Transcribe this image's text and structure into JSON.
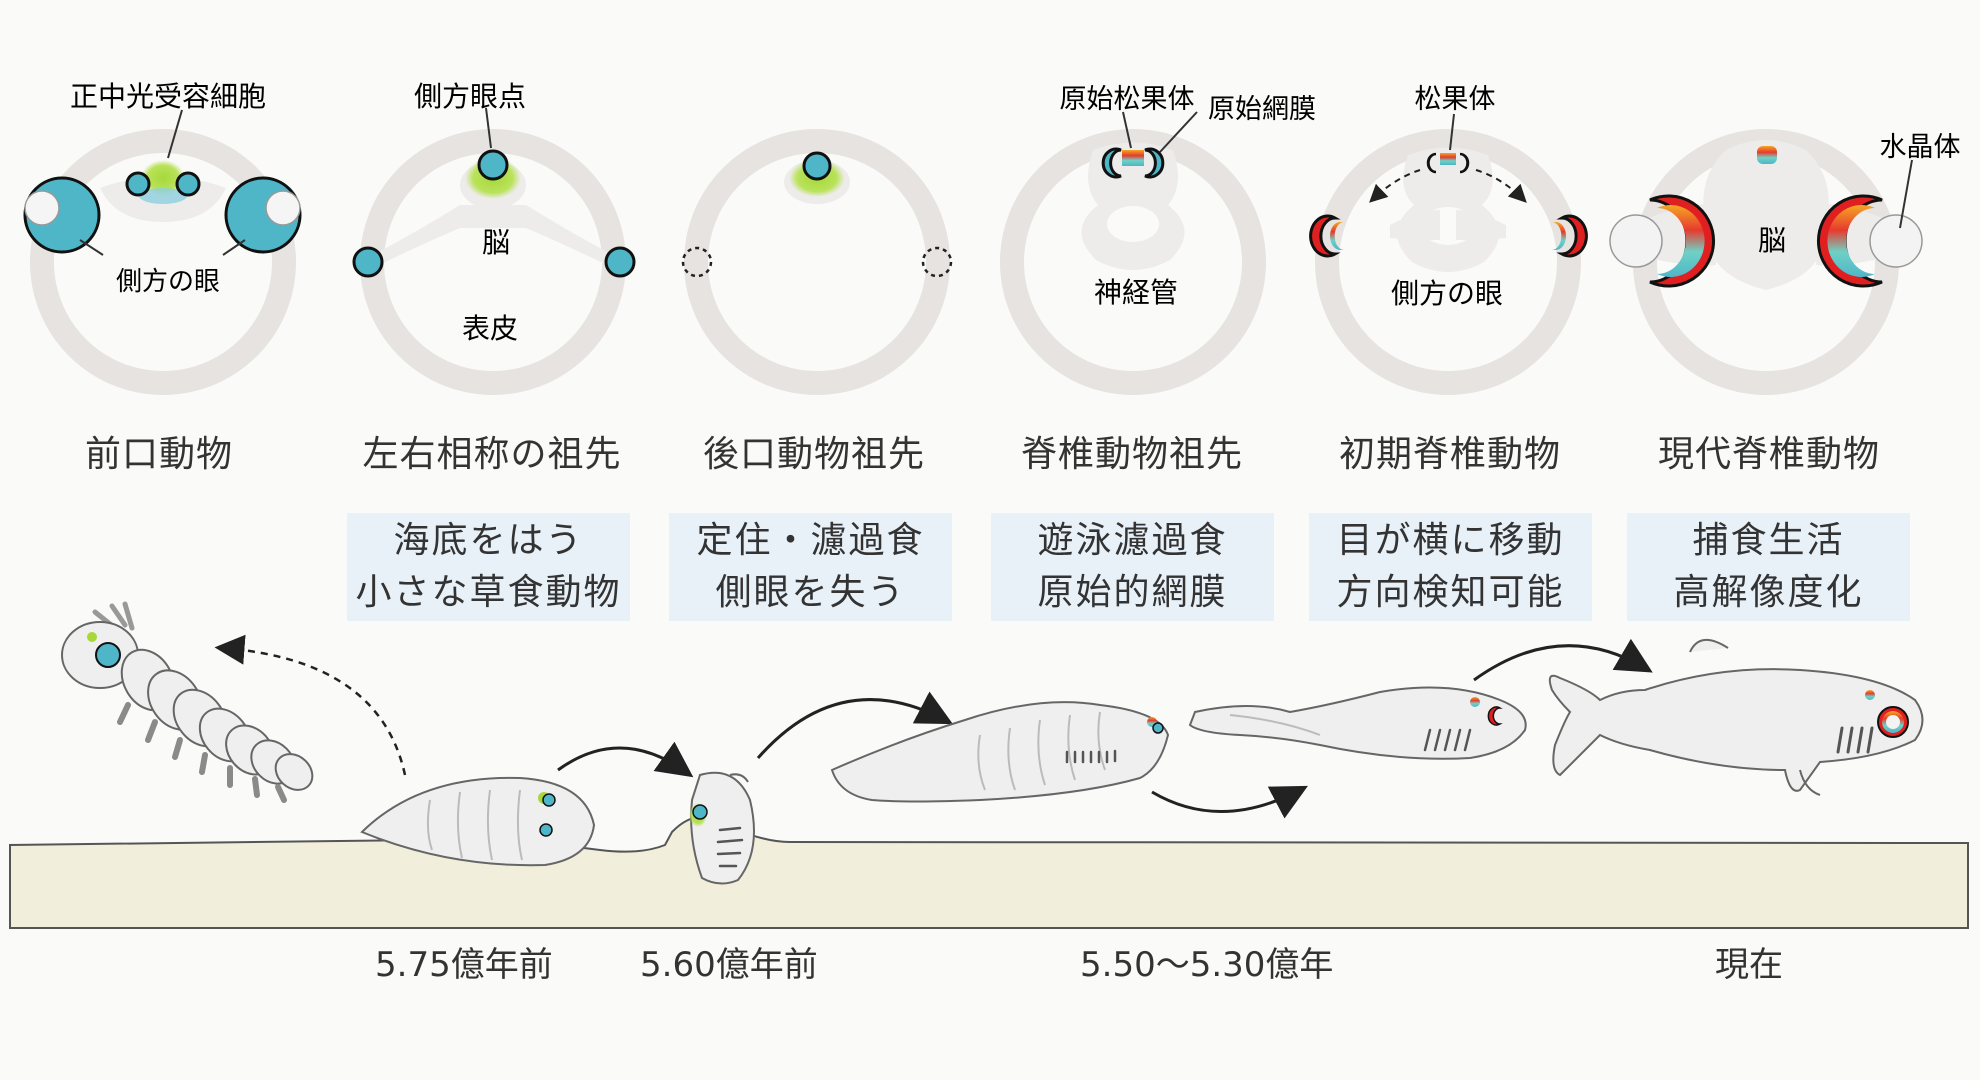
{
  "diagram_labels": {
    "median_photoreceptor": "正中光受容細胞",
    "lateral_eye_1": "側方の眼",
    "lateral_eyespot": "側方眼点",
    "brain_1": "脳",
    "epidermis": "表皮",
    "primitive_pineal": "原始松果体",
    "primitive_retina": "原始網膜",
    "neural_tube": "神経管",
    "pineal": "松果体",
    "lateral_eye_2": "側方の眼",
    "lens": "水晶体",
    "brain_2": "脳"
  },
  "stages": [
    {
      "name": "前口動物"
    },
    {
      "name": "左右相称の祖先",
      "desc": [
        "海底をはう",
        "小さな草食動物"
      ]
    },
    {
      "name": "後口動物祖先",
      "desc": [
        "定住・濾過食",
        "側眼を失う"
      ]
    },
    {
      "name": "脊椎動物祖先",
      "desc": [
        "遊泳濾過食",
        "原始的網膜"
      ]
    },
    {
      "name": "初期脊椎動物",
      "desc": [
        "目が横に移動",
        "方向検知可能"
      ]
    },
    {
      "name": "現代脊椎動物",
      "desc": [
        "捕食生活",
        "高解像度化"
      ]
    }
  ],
  "timeline": [
    "5.75億年前",
    "5.60億年前",
    "5.50〜5.30億年",
    "現在"
  ],
  "colors": {
    "eye_cyan": "#4fb6c8",
    "photoreceptor_green": "#a6d83a",
    "ring_gray": "#e4e1df",
    "seafloor": "#f1efdb",
    "desc_box": "#e8f1f8",
    "retina_red": "#e02020"
  }
}
